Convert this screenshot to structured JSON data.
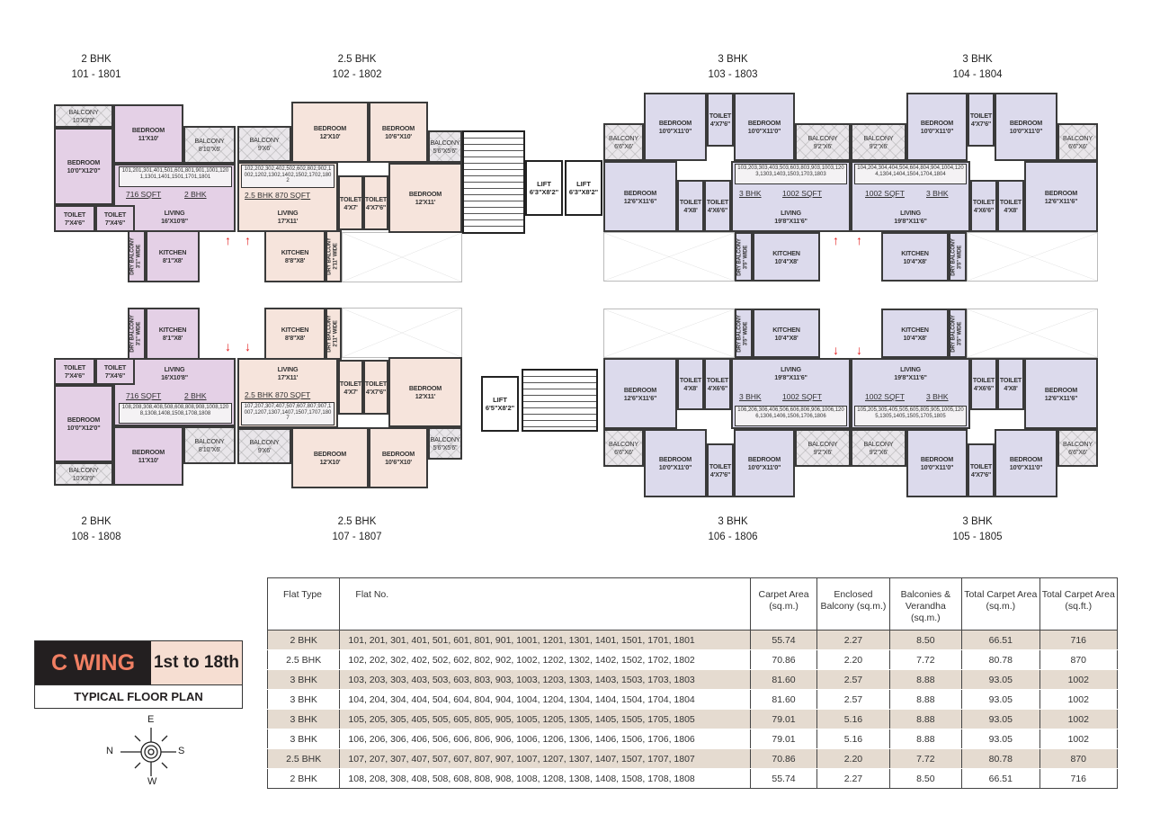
{
  "units": [
    {
      "type": "2 BHK",
      "range": "101 - 1801",
      "area_label": "716 SQFT",
      "type_label": "2 BHK",
      "flats": "101,201,301,401,501,601,801,901,1001,1201,1301,1401,1501,1701,1801",
      "rooms": [
        {
          "label": "BALCONY",
          "size": "10'X3'9\""
        },
        {
          "label": "BEDROOM",
          "size": "11'X10'"
        },
        {
          "label": "BEDROOM",
          "size": "10'0\"X12'0\""
        },
        {
          "label": "BALCONY",
          "size": "8'10\"X6'"
        },
        {
          "label": "LIVING",
          "size": "16'X10'8\""
        },
        {
          "label": "TOILET",
          "size": "7'X4'6\""
        },
        {
          "label": "TOILET",
          "size": "7'X4'6\""
        },
        {
          "label": "KITCHEN",
          "size": "8'1\"X8'"
        },
        {
          "label": "DRY BALCONY",
          "size": "3'1\" WIDE"
        }
      ]
    },
    {
      "type": "2.5 BHK",
      "range": "102 - 1802",
      "area_label": "2.5 BHK 870 SQFT",
      "type_label": "",
      "flats": "102,202,302,402,502,602,802,902,1002,1202,1302,1402,1502,1702,1802",
      "rooms": [
        {
          "label": "BALCONY",
          "size": "9'X6'"
        },
        {
          "label": "BEDROOM",
          "size": "12'X10'"
        },
        {
          "label": "BEDROOM",
          "size": "10'6\"X10'"
        },
        {
          "label": "BALCONY",
          "size": "5'6\"X5'6\""
        },
        {
          "label": "LIVING",
          "size": "17'X11'"
        },
        {
          "label": "TOILET",
          "size": "4'X7'"
        },
        {
          "label": "TOILET",
          "size": "4'X7'6\""
        },
        {
          "label": "BEDROOM",
          "size": "12'X11'"
        },
        {
          "label": "KITCHEN",
          "size": "8'8\"X8'"
        },
        {
          "label": "DRY BALCONY",
          "size": "2'11\" WIDE"
        }
      ]
    },
    {
      "type": "3 BHK",
      "range": "103 - 1803",
      "area_label": "1002 SQFT",
      "type_label": "3 BHK",
      "flats": "103,203,303,403,503,603,803,903,1003,1203,1303,1403,1503,1703,1803",
      "rooms": [
        {
          "label": "BALCONY",
          "size": "6'6\"X6'"
        },
        {
          "label": "BEDROOM",
          "size": "10'0\"X11'0\""
        },
        {
          "label": "TOILET",
          "size": "4'X7'6\""
        },
        {
          "label": "BEDROOM",
          "size": "10'0\"X11'0\""
        },
        {
          "label": "BALCONY",
          "size": "9'2\"X6'"
        },
        {
          "label": "BEDROOM",
          "size": "12'6\"X11'6\""
        },
        {
          "label": "TOILET",
          "size": "4'X8'"
        },
        {
          "label": "TOILET",
          "size": "4'X6'6\""
        },
        {
          "label": "LIVING",
          "size": "19'8\"X11'6\""
        },
        {
          "label": "KITCHEN",
          "size": "10'4\"X8'"
        },
        {
          "label": "DRY BALCONY",
          "size": "3'5\" WIDE"
        }
      ]
    },
    {
      "type": "3 BHK",
      "range": "104 - 1804",
      "area_label": "1002 SQFT",
      "type_label": "3 BHK",
      "flats": "104,204,304,404,504,604,804,904,1004,1204,1304,1404,1504,1704,1804",
      "rooms": [
        {
          "label": "BALCONY",
          "size": "6'6\"X6'"
        },
        {
          "label": "BEDROOM",
          "size": "10'0\"X11'0\""
        },
        {
          "label": "TOILET",
          "size": "4'X7'6\""
        },
        {
          "label": "BEDROOM",
          "size": "10'0\"X11'0\""
        },
        {
          "label": "BALCONY",
          "size": "9'2\"X6'"
        },
        {
          "label": "BEDROOM",
          "size": "12'6\"X11'6\""
        },
        {
          "label": "TOILET",
          "size": "4'X8'"
        },
        {
          "label": "TOILET",
          "size": "4'X6'6\""
        },
        {
          "label": "LIVING",
          "size": "19'8\"X11'6\""
        },
        {
          "label": "KITCHEN",
          "size": "10'4\"X8'"
        },
        {
          "label": "DRY BALCONY",
          "size": "3'5\" WIDE"
        }
      ]
    },
    {
      "type": "2 BHK",
      "range": "108 - 1808",
      "area_label": "716 SQFT",
      "type_label": "2 BHK",
      "flats": "108,208,308,408,508,608,808,908,1008,1208,1308,1408,1508,1708,1808",
      "rooms": [
        {
          "label": "BALCONY",
          "size": "10'X3'9\""
        },
        {
          "label": "BEDROOM",
          "size": "11'X10'"
        },
        {
          "label": "BEDROOM",
          "size": "10'0\"X12'0\""
        },
        {
          "label": "BALCONY",
          "size": "8'10\"X6'"
        },
        {
          "label": "LIVING",
          "size": "16'X10'8\""
        },
        {
          "label": "TOILET",
          "size": "7'X4'6\""
        },
        {
          "label": "TOILET",
          "size": "7'X4'6\""
        },
        {
          "label": "KITCHEN",
          "size": "8'1\"X8'"
        },
        {
          "label": "DRY BALCONY",
          "size": "3'1\" WIDE"
        }
      ]
    },
    {
      "type": "2.5 BHK",
      "range": "107 - 1807",
      "area_label": "2.5 BHK 870 SQFT",
      "type_label": "",
      "flats": "107,207,307,407,507,607,807,907,1007,1207,1307,1407,1507,1707,1807",
      "rooms": [
        {
          "label": "BALCONY",
          "size": "9'X6'"
        },
        {
          "label": "BEDROOM",
          "size": "12'X10'"
        },
        {
          "label": "BEDROOM",
          "size": "10'6\"X10'"
        },
        {
          "label": "BALCONY",
          "size": "5'6\"X5'6\""
        },
        {
          "label": "LIVING",
          "size": "17'X11'"
        },
        {
          "label": "TOILET",
          "size": "4'X7'"
        },
        {
          "label": "TOILET",
          "size": "4'X7'6\""
        },
        {
          "label": "BEDROOM",
          "size": "12'X11'"
        },
        {
          "label": "KITCHEN",
          "size": "8'8\"X8'"
        },
        {
          "label": "DRY BALCONY",
          "size": "2'11\" WIDE"
        }
      ]
    },
    {
      "type": "3 BHK",
      "range": "106 - 1806",
      "area_label": "1002 SQFT",
      "type_label": "3 BHK",
      "flats": "106,206,306,406,506,606,806,906,1006,1206,1306,1406,1506,1706,1806",
      "rooms": [
        {
          "label": "BALCONY",
          "size": "6'6\"X6'"
        },
        {
          "label": "BEDROOM",
          "size": "10'0\"X11'0\""
        },
        {
          "label": "TOILET",
          "size": "4'X7'6\""
        },
        {
          "label": "BEDROOM",
          "size": "10'0\"X11'0\""
        },
        {
          "label": "BALCONY",
          "size": "9'2\"X6'"
        },
        {
          "label": "BEDROOM",
          "size": "12'6\"X11'6\""
        },
        {
          "label": "TOILET",
          "size": "4'X8'"
        },
        {
          "label": "TOILET",
          "size": "4'X6'6\""
        },
        {
          "label": "LIVING",
          "size": "19'8\"X11'6\""
        },
        {
          "label": "KITCHEN",
          "size": "10'4\"X8'"
        },
        {
          "label": "DRY BALCONY",
          "size": "3'5\" WIDE"
        }
      ]
    },
    {
      "type": "3 BHK",
      "range": "105 - 1805",
      "area_label": "1002 SQFT",
      "type_label": "3 BHK",
      "flats": "105,205,305,405,505,605,805,905,1005,1205,1305,1405,1505,1705,1805",
      "rooms": [
        {
          "label": "BALCONY",
          "size": "6'6\"X6'"
        },
        {
          "label": "BEDROOM",
          "size": "10'0\"X11'0\""
        },
        {
          "label": "TOILET",
          "size": "4'X7'6\""
        },
        {
          "label": "BEDROOM",
          "size": "10'0\"X11'0\""
        },
        {
          "label": "BALCONY",
          "size": "9'2\"X6'"
        },
        {
          "label": "BEDROOM",
          "size": "12'6\"X11'6\""
        },
        {
          "label": "TOILET",
          "size": "4'X8'"
        },
        {
          "label": "TOILET",
          "size": "4'X6'6\""
        },
        {
          "label": "LIVING",
          "size": "19'8\"X11'6\""
        },
        {
          "label": "KITCHEN",
          "size": "10'4\"X8'"
        },
        {
          "label": "DRY BALCONY",
          "size": "3'5\" WIDE"
        }
      ]
    }
  ],
  "core": {
    "lifts_top": [
      {
        "label": "LIFT",
        "size": "6'3\"X8'2\""
      },
      {
        "label": "LIFT",
        "size": "6'3\"X8'2\""
      }
    ],
    "lift_bottom": {
      "label": "LIFT",
      "size": "6'5\"X8'2\""
    },
    "entry_arrow_icon": "red-arrow"
  },
  "title_block": {
    "wing": "C WING",
    "floors": "1st to 18th",
    "subtitle": "TYPICAL FLOOR PLAN"
  },
  "compass": {
    "n": "N",
    "e": "E",
    "s": "S",
    "w": "W"
  },
  "colors": {
    "two_bhk": "#e4d0e6",
    "two_half_bhk": "#f6e4dc",
    "three_bhk": "#dcdaec",
    "wing_text": "#f07f63",
    "row_alt": "#e5dbd0",
    "arrow": "#e21b1b"
  },
  "table": {
    "headers": [
      "Flat Type",
      "Flat No.",
      "Carpet Area (sq.m.)",
      "Enclosed Balcony (sq.m.)",
      "Balconies & Verandha (sq.m.)",
      "Total Carpet Area (sq.m.)",
      "Total Carpet Area (sq.ft.)"
    ],
    "rows": [
      [
        "2 BHK",
        "101, 201, 301, 401, 501, 601, 801, 901, 1001, 1201, 1301, 1401, 1501, 1701, 1801",
        "55.74",
        "2.27",
        "8.50",
        "66.51",
        "716"
      ],
      [
        "2.5 BHK",
        "102, 202, 302, 402, 502, 602, 802, 902, 1002, 1202, 1302, 1402, 1502, 1702, 1802",
        "70.86",
        "2.20",
        "7.72",
        "80.78",
        "870"
      ],
      [
        "3 BHK",
        "103, 203, 303, 403, 503, 603, 803, 903, 1003, 1203, 1303, 1403, 1503, 1703, 1803",
        "81.60",
        "2.57",
        "8.88",
        "93.05",
        "1002"
      ],
      [
        "3 BHK",
        "104, 204, 304, 404, 504, 604, 804, 904, 1004, 1204, 1304, 1404, 1504, 1704, 1804",
        "81.60",
        "2.57",
        "8.88",
        "93.05",
        "1002"
      ],
      [
        "3 BHK",
        "105, 205, 305, 405, 505, 605, 805, 905, 1005, 1205, 1305, 1405, 1505, 1705, 1805",
        "79.01",
        "5.16",
        "8.88",
        "93.05",
        "1002"
      ],
      [
        "3 BHK",
        "106, 206, 306, 406, 506, 606, 806, 906, 1006, 1206, 1306, 1406, 1506, 1706, 1806",
        "79.01",
        "5.16",
        "8.88",
        "93.05",
        "1002"
      ],
      [
        "2.5 BHK",
        "107, 207, 307, 407, 507, 607, 807, 907, 1007, 1207, 1307, 1407, 1507, 1707, 1807",
        "70.86",
        "2.20",
        "7.72",
        "80.78",
        "870"
      ],
      [
        "2 BHK",
        "108, 208, 308, 408, 508, 608, 808, 908, 1008, 1208, 1308, 1408, 1508, 1708, 1808",
        "55.74",
        "2.27",
        "8.50",
        "66.51",
        "716"
      ]
    ]
  }
}
